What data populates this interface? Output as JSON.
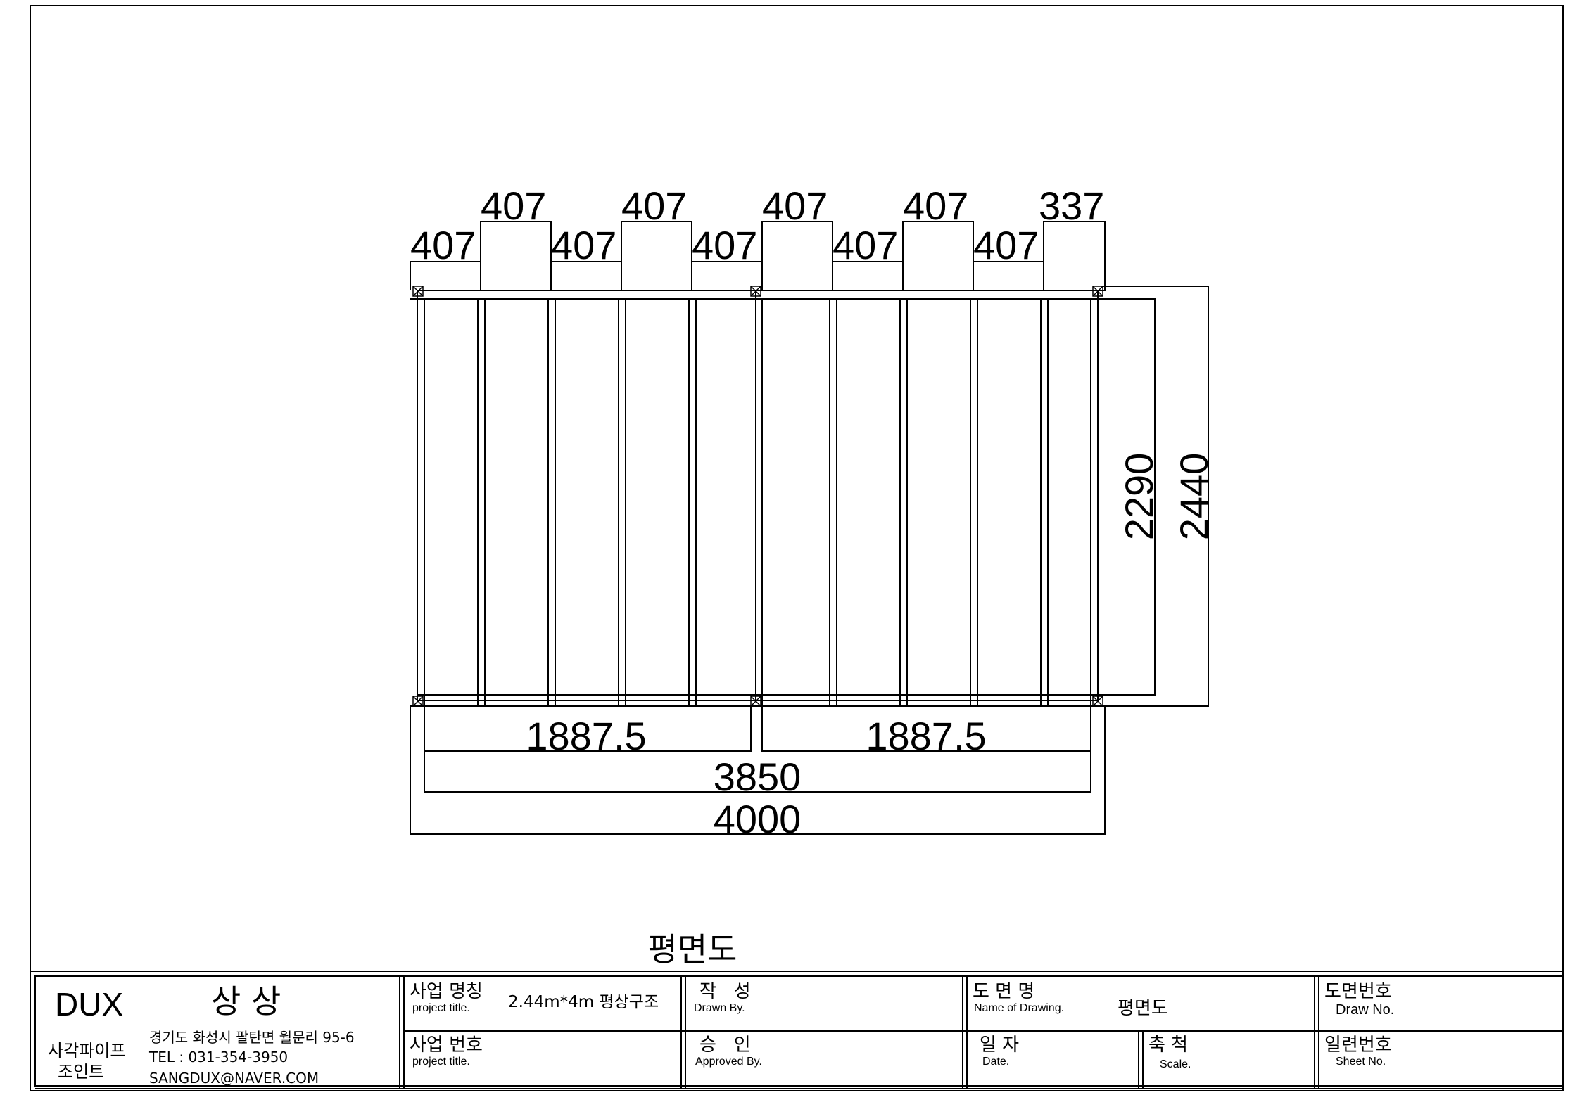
{
  "drawing": {
    "top_dims": [
      "407",
      "407",
      "407",
      "407",
      "407",
      "407",
      "407",
      "407",
      "407",
      "337"
    ],
    "inner_height": "2290",
    "outer_height": "2440",
    "half_width_left": "1887.5",
    "half_width_right": "1887.5",
    "inner_width": "3850",
    "outer_width": "4000",
    "title": "평면도"
  },
  "title_block": {
    "logo_brand": "DUX",
    "logo_name": "상 상",
    "company_line1": "사각파이프",
    "company_line2": "조인트",
    "address": "경기도 화성시 팔탄면 월문리 95-6",
    "tel": "TEL : 031-354-3950",
    "email": "SANGDUX@NAVER.COM",
    "project_name_ko": "사업 명칭",
    "project_name_en": "project title.",
    "project_name_value": "2.44m*4m 평상구조",
    "project_no_ko": "사업 번호",
    "project_no_en": "project title.",
    "drawn_ko": "작   성",
    "drawn_en": "Drawn By.",
    "approved_ko": "승   인",
    "approved_en": "Approved By.",
    "drawing_name_ko": "도 면 명",
    "drawing_name_en": "Name of Drawing.",
    "drawing_name_value": "평면도",
    "date_ko": "일 자",
    "date_en": "Date.",
    "scale_ko": "축 척",
    "scale_en": "Scale.",
    "draw_no_ko": "도면번호",
    "draw_no_en": "Draw No.",
    "sheet_no_ko": "일련번호",
    "sheet_no_en": "Sheet No."
  }
}
